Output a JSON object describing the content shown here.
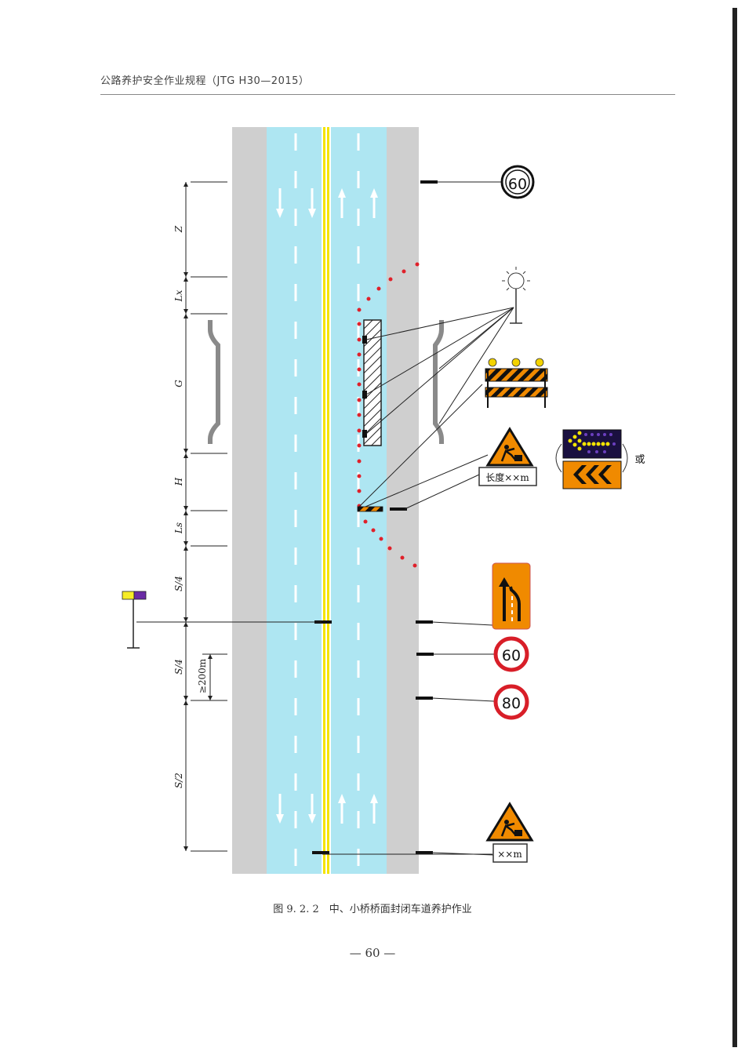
{
  "header": {
    "title": "公路养护安全作业规程（JTG H30—2015）"
  },
  "diagram": {
    "dimensions": [
      "Z",
      "Lx",
      "G",
      "H",
      "Ls",
      "S/4",
      "S/4",
      "S/2"
    ],
    "min_spacing": "≥200m",
    "signs": {
      "speed_limit_top": "60",
      "speed_limit_mid": "60",
      "speed_limit_low": "80",
      "work_length_plate": "长度××m",
      "distance_plate": "××m",
      "or_label": "或"
    }
  },
  "caption": "图 9. 2. 2　中、小桥桥面封闭车道养护作业",
  "page_number": "— 60 —"
}
